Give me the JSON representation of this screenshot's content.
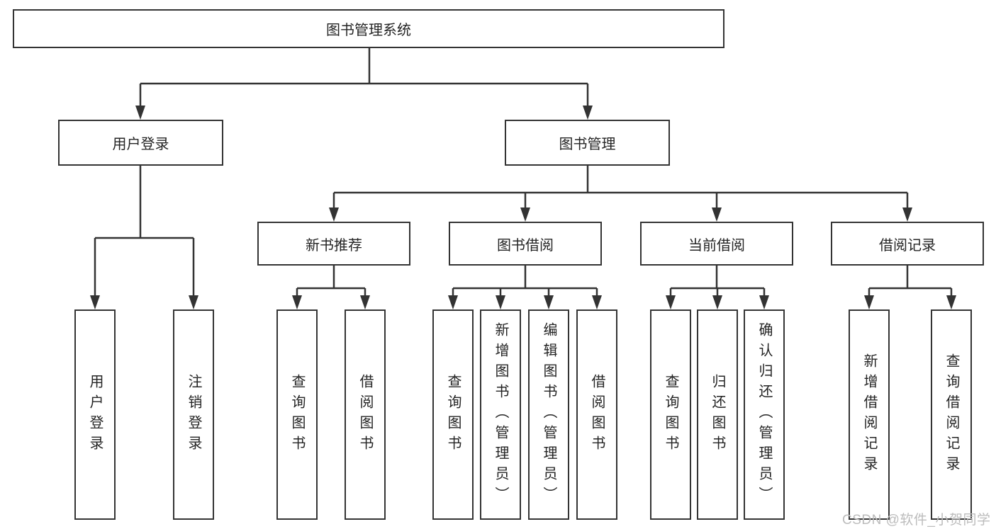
{
  "colors": {
    "background": "#ffffff",
    "box_border": "#343434",
    "line": "#333333",
    "text": "#242424",
    "watermark": "#bcbcbc"
  },
  "diagram": {
    "root": {
      "label": "图书管理系统"
    },
    "level2": [
      {
        "label": "用户登录"
      },
      {
        "label": "图书管理"
      }
    ],
    "level3": [
      {
        "label": "新书推荐"
      },
      {
        "label": "图书借阅"
      },
      {
        "label": "当前借阅"
      },
      {
        "label": "借阅记录"
      }
    ],
    "leaves": {
      "user_login": [
        "用户登录",
        "注销登录"
      ],
      "new_book_recommend": [
        "查询图书",
        "借阅图书"
      ],
      "book_borrow": [
        "查询图书",
        "新增图书（管理员）",
        "编辑图书（管理员）",
        "借阅图书"
      ],
      "current_borrow": [
        "查询图书",
        "归还图书",
        "确认归还（管理员）"
      ],
      "borrow_records": [
        "新增借阅记录",
        "查询借阅记录"
      ]
    }
  },
  "watermark": {
    "text": "CSDN @软件_小贺同学"
  }
}
